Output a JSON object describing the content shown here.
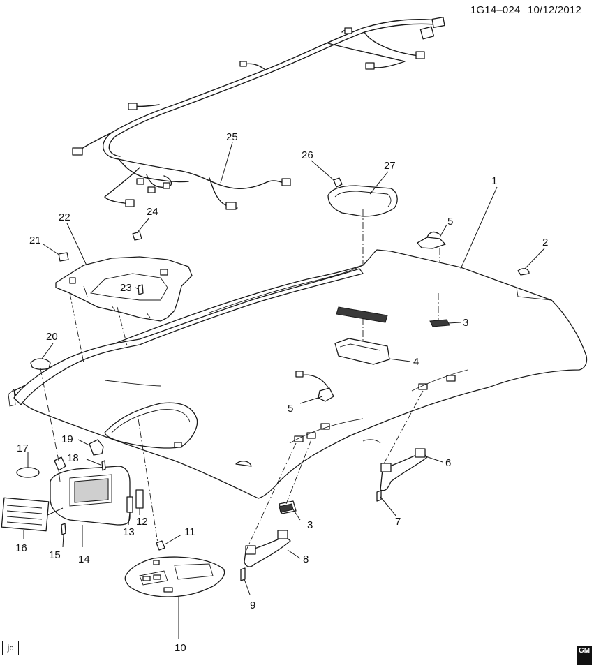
{
  "header": {
    "drawing_id": "1G14–024",
    "date": "10/12/2012"
  },
  "footer": {
    "author_initials": "jc",
    "brand_logo": "GM"
  },
  "callouts": {
    "c1": "1",
    "c2": "2",
    "c3a": "3",
    "c3b": "3",
    "c4": "4",
    "c5a": "5",
    "c5b": "5",
    "c6": "6",
    "c7": "7",
    "c8": "8",
    "c9": "9",
    "c10": "10",
    "c11": "11",
    "c12": "12",
    "c13": "13",
    "c14": "14",
    "c15": "15",
    "c16": "16",
    "c17": "17",
    "c18": "18",
    "c19": "19",
    "c20": "20",
    "c21": "21",
    "c22": "22",
    "c23": "23",
    "c24": "24",
    "c25": "25",
    "c26": "26",
    "c27": "27"
  },
  "icons": {
    "brand_logo": "gm-logo-icon"
  }
}
